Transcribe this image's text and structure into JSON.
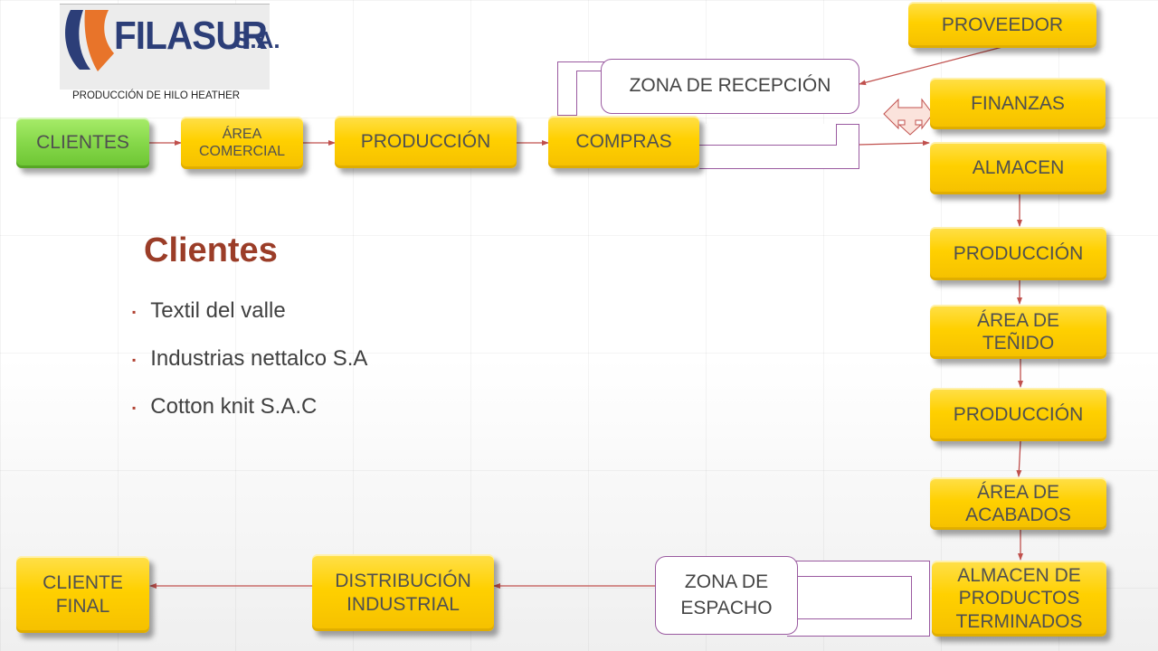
{
  "logo": {
    "name": "FILASUR",
    "suffix": "S.A.",
    "subtitle": "PRODUCCIÓN DE HILO HEATHER"
  },
  "title": "Clientes",
  "clients": [
    "Textil del valle",
    "Industrias nettalco S.A",
    "Cotton knit S.A.C"
  ],
  "top_flow": {
    "clientes": "CLIENTES",
    "area_comercial": "ÁREA COMERCIAL",
    "produccion": "PRODUCCIÓN",
    "compras": "COMPRAS"
  },
  "zona_recepcion": "ZONA DE RECEPCIÓN",
  "right_flow": {
    "proveedor": "PROVEEDOR",
    "finanzas": "FINANZAS",
    "almacen": "ALMACEN",
    "produccion_1": "PRODUCCIÓN",
    "area_tenido": "ÁREA DE TEÑIDO",
    "produccion_2": "PRODUCCIÓN",
    "area_acabados": "ÁREA DE ACABADOS",
    "almacen_productos": "ALMACEN DE PRODUCTOS TERMINADOS"
  },
  "bottom_flow": {
    "zona_despacho": "ZONA DE ESPACHO",
    "distribucion": "DISTRIBUCIÓN INDUSTRIAL",
    "cliente_final": "CLIENTE FINAL"
  },
  "colors": {
    "box_yellow": "#ffd000",
    "box_green": "#86d84a",
    "arrow": "#c0504d",
    "zone_border": "#9a5aa0",
    "title": "#9b3d28"
  }
}
